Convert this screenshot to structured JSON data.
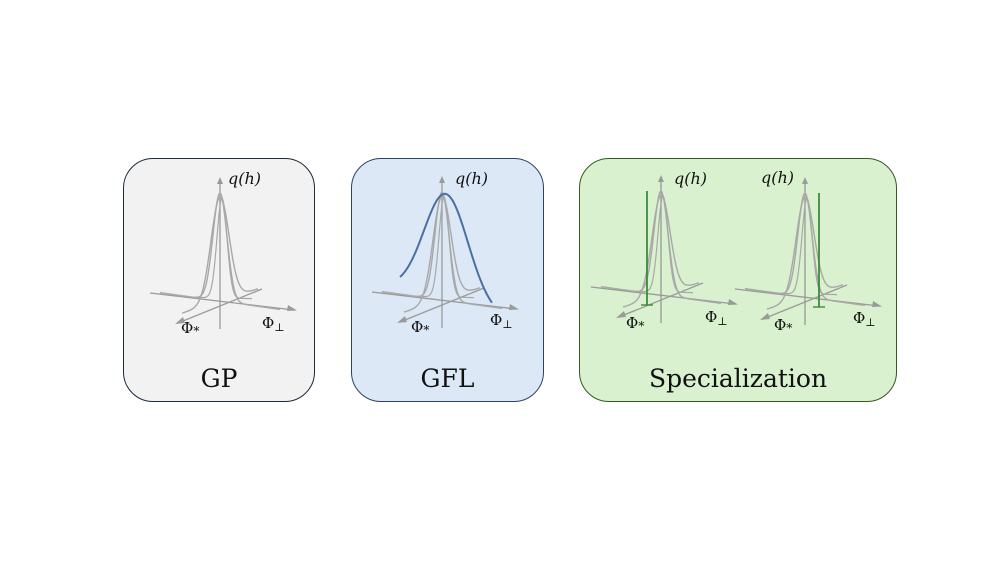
{
  "colors": {
    "gp_fill": "#f2f2f2",
    "gp_border": "#1c2a3a",
    "gfl_fill": "#dce8f6",
    "gfl_border": "#2a4468",
    "spec_fill": "#d9f1cf",
    "spec_border": "#2f5a24",
    "axis": "#9a9a9a",
    "curve": "#a8a8a8",
    "gfl_curve": "#4a6fa5",
    "spike": "#3e8a3a"
  },
  "axis_labels": {
    "q": "q(h)",
    "phi_star": "Φ",
    "phi_star_sub": "*",
    "phi_perp": "Φ",
    "phi_perp_sub": "⊥"
  },
  "panels": [
    {
      "id": "gp",
      "title": "GP"
    },
    {
      "id": "gfl",
      "title": "GFL"
    },
    {
      "id": "specialization",
      "title": "Specialization"
    }
  ]
}
